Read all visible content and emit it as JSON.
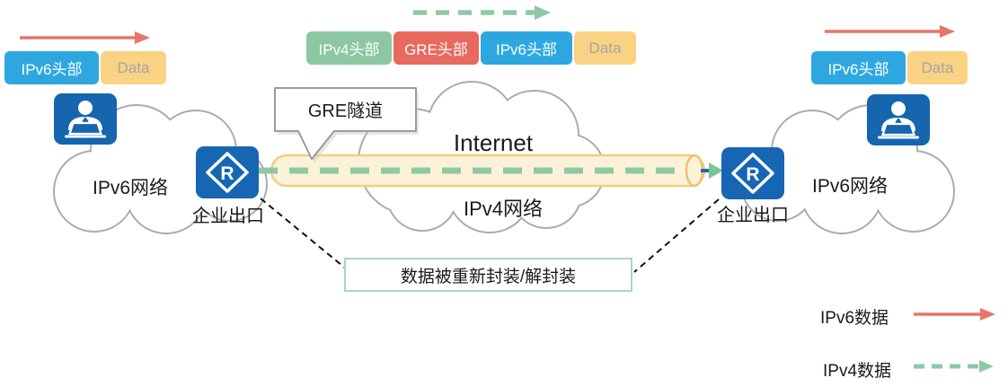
{
  "packets": {
    "left": {
      "segments": [
        {
          "label": "IPv6头部"
        },
        {
          "label": "Data"
        }
      ]
    },
    "middle": {
      "segments": [
        {
          "label": "IPv4头部"
        },
        {
          "label": "GRE头部"
        },
        {
          "label": "IPv6头部"
        },
        {
          "label": "Data"
        }
      ]
    },
    "right": {
      "segments": [
        {
          "label": "IPv6头部"
        },
        {
          "label": "Data"
        }
      ]
    }
  },
  "clouds": {
    "left_label": "IPv6网络",
    "right_label": "IPv6网络",
    "internet_label": "Internet",
    "ipv4_label": "IPv4网络"
  },
  "routers": {
    "left_label": "企业出口",
    "right_label": "企业出口",
    "symbol": "R"
  },
  "tunnel": {
    "callout": "GRE隧道"
  },
  "note": {
    "text": "数据被重新封装/解封装"
  },
  "legend": {
    "ipv6": {
      "label": "IPv6数据",
      "style": "solid-red"
    },
    "ipv4": {
      "label": "IPv4数据",
      "style": "dashed-green"
    }
  },
  "colors": {
    "ipv6_header": "#2EA7E0",
    "ipv4_header": "#8CC7A1",
    "gre_header": "#E8695E",
    "data_box": "#FAD284",
    "data_text": "#A5A5A5",
    "ipv6_arrow": "#E8756A",
    "ipv4_arrow": "#8FC9A4",
    "device_blue": "#1565AF",
    "cloud_stroke": "#ACACAC",
    "tunnel_fill": "#FCF2D7",
    "tunnel_stroke": "#F5CB84",
    "note_border": "#A8D8B6"
  }
}
